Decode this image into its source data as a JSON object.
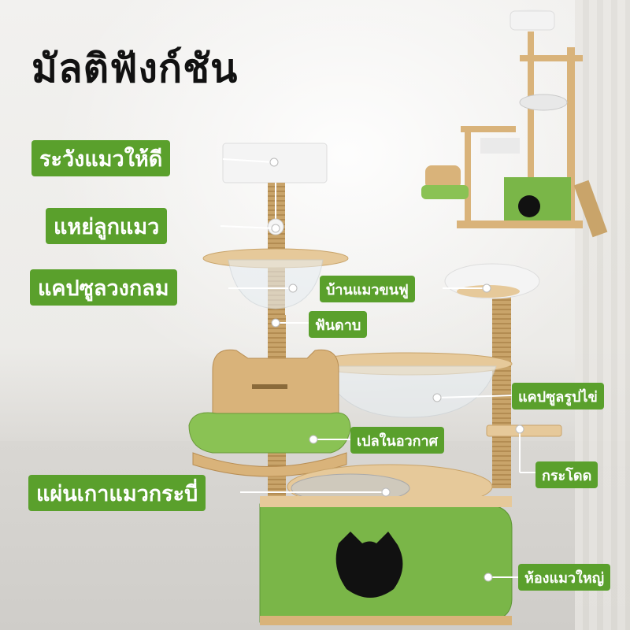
{
  "title": "มัลติฟังก์ชัน",
  "labels": {
    "careful": "ระวังแมวให้ดี",
    "tease": "แหย่ลูกแมว",
    "round_capsule": "แคปซูลวงกลม",
    "fluffy_house": "บ้านแมวขนฟู",
    "sisal": "ฟันดาบ",
    "egg_capsule": "แคปซูลรูปไข่",
    "space_hammock": "เปลในอวกาศ",
    "jump": "กระโดด",
    "scratch_board": "แผ่นเกาแมวกระบี่",
    "big_room": "ห้องแมวใหญ่"
  },
  "colors": {
    "label_green": "#5aa02c",
    "box_green": "#7ab648",
    "wood": "#d9b37a",
    "sisal": "#c9a46a"
  }
}
